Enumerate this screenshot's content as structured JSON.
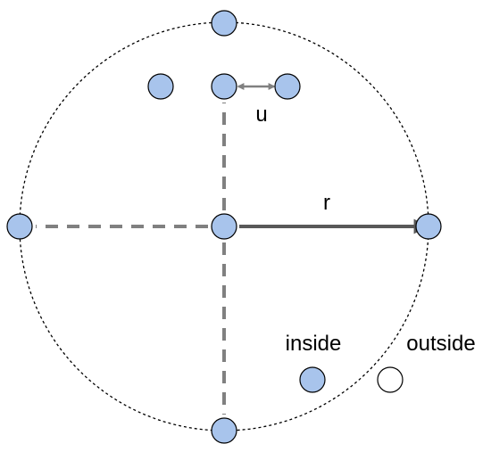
{
  "labels": {
    "u": "u",
    "r": "r",
    "inside": "inside",
    "outside": "outside"
  },
  "colors": {
    "filled_node": "#a8c4ec",
    "node_stroke": "#000000",
    "empty_node": "#ffffff",
    "dashed_axis": "#808080",
    "radius_arrow": "#595959",
    "spacing_arrow": "#808080",
    "boundary_circle": "#000000"
  }
}
